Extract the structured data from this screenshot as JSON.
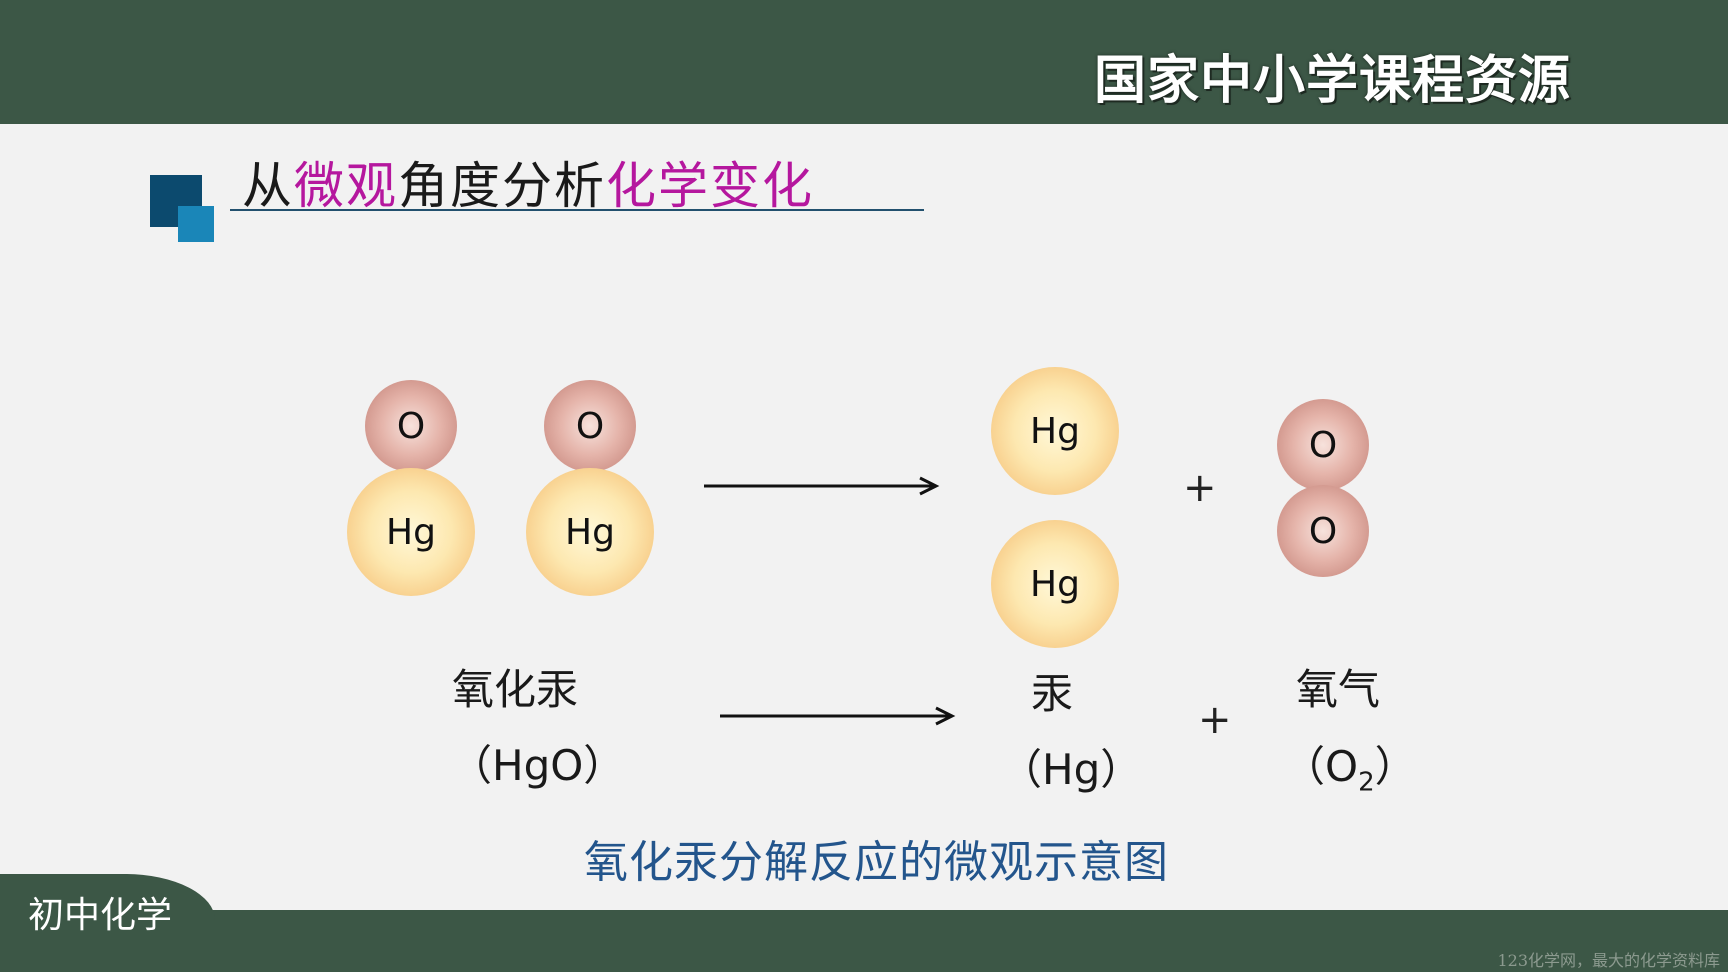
{
  "header": {
    "brand": "国家中小学课程资源"
  },
  "slide_title": {
    "part1": "从",
    "part2": "微观",
    "part3": "角度分析",
    "part4": "化学变化",
    "highlight_color": "#b5179e"
  },
  "diagram": {
    "reactant": [
      {
        "top": "O",
        "bottom": "Hg"
      },
      {
        "top": "O",
        "bottom": "Hg"
      }
    ],
    "product_mercury": [
      "Hg",
      "Hg"
    ],
    "plus_sign": "+",
    "product_oxygen": [
      "O",
      "O"
    ]
  },
  "equation": {
    "reactant_name": "氧化汞",
    "reactant_formula": "（HgO）",
    "product1_name": "汞",
    "product1_formula": "（Hg）",
    "plus_sign": "+",
    "product2_name": "氧气",
    "product2_formula_open": "（O",
    "product2_formula_sub": "2",
    "product2_formula_close": "）"
  },
  "caption": "氧化汞分解反应的微观示意图",
  "footer": {
    "subject": "初中化学",
    "watermark": "123化学网，最大的化学资料库"
  },
  "colors": {
    "header_bg": "#3c5746",
    "caption": "#23558c",
    "oxygen_atom": "#c07d73",
    "mercury_atom": "#f3b86c"
  }
}
